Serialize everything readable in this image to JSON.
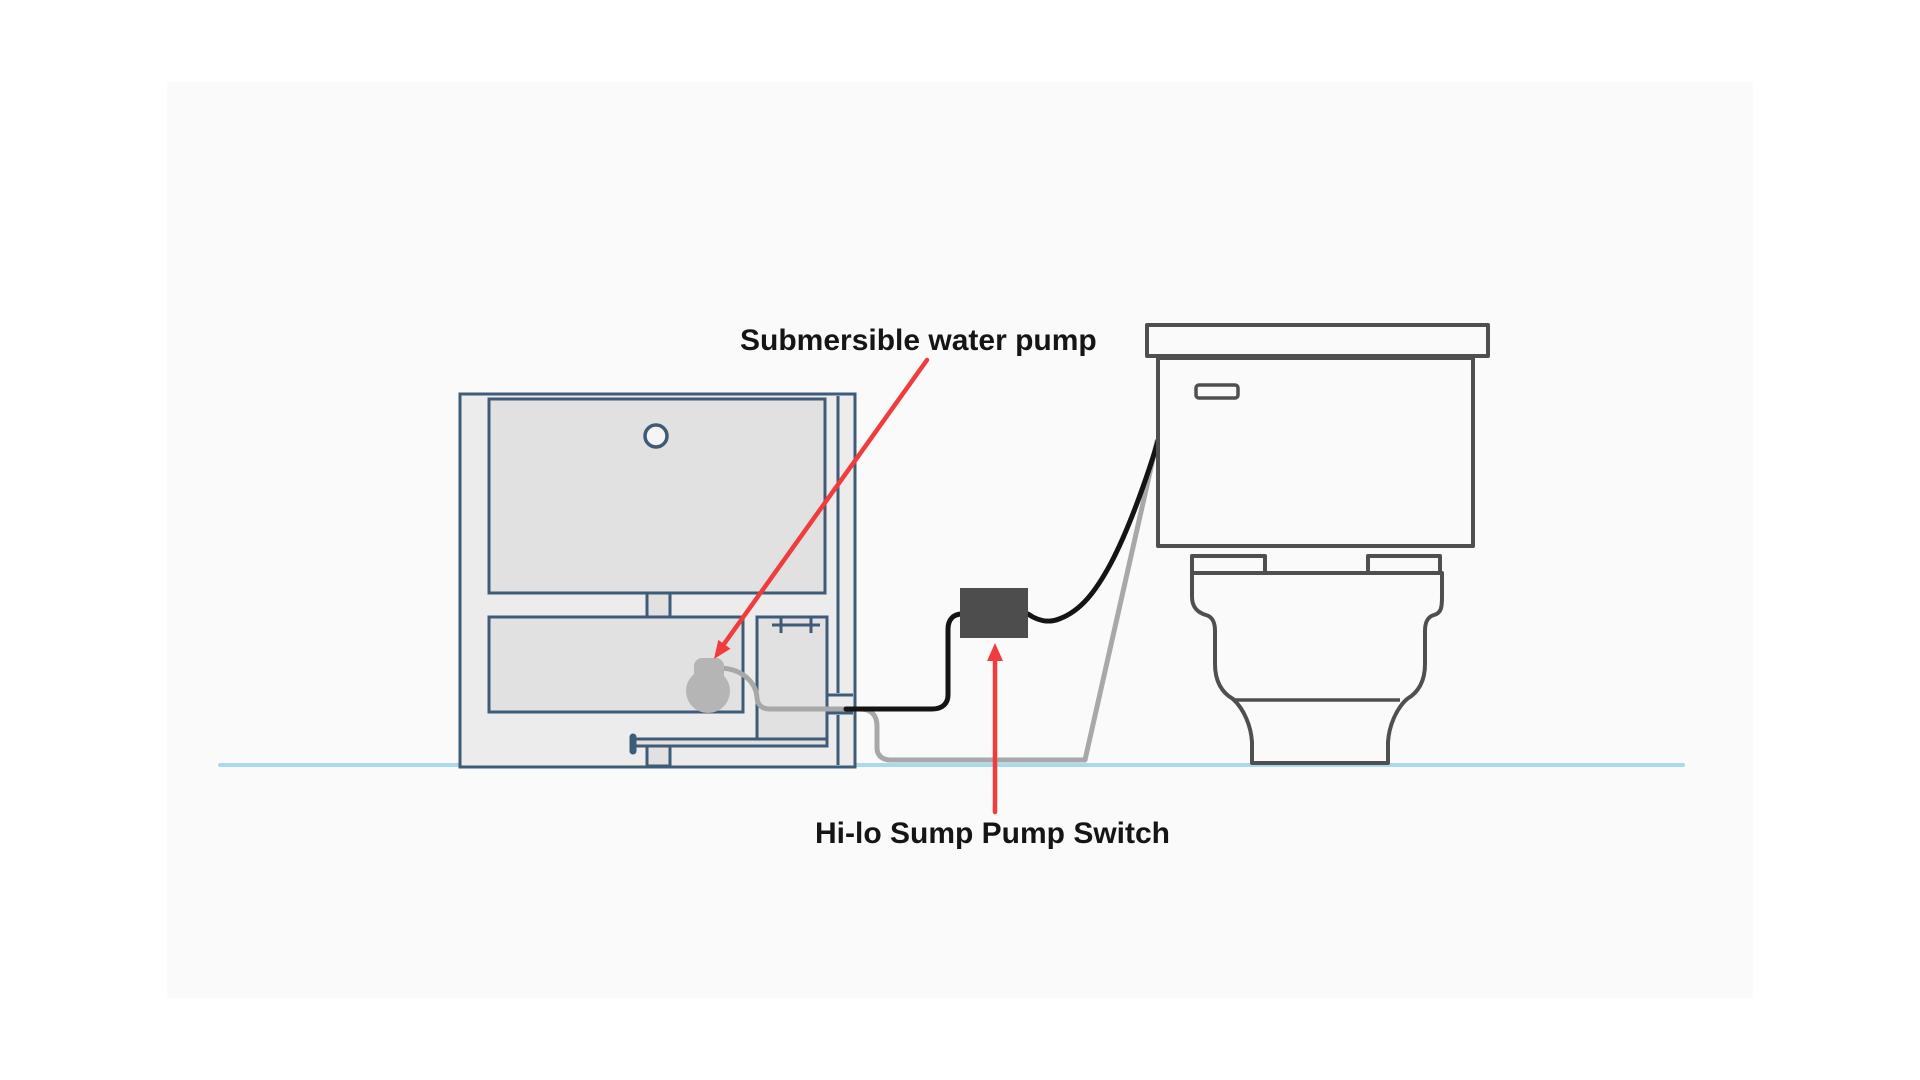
{
  "labels": {
    "pump_label": "Submersible water pump",
    "switch_label": "Hi-lo Sump Pump Switch"
  },
  "components": {
    "tank": "sump-tank",
    "pump": "submersible-water-pump",
    "switch": "hi-lo-sump-pump-switch",
    "toilet": "toilet",
    "floor": "water-line",
    "hose": "water-hose",
    "cable": "pump-power-cable"
  },
  "colors": {
    "page_bg": "#ffffff",
    "panel_bg": "#fafafa",
    "tank_stroke": "#3e5c78",
    "tank_fill_outer": "#ececec",
    "tank_fill_inner": "#e1e1e1",
    "toilet_stroke": "#4f4f4f",
    "pump_fill": "#b5b5b5",
    "switch_fill": "#4d4d4d",
    "cable_gray": "#a8a8a8",
    "cable_black": "#141414",
    "floor_blue": "#a9d9ec",
    "accent_red": "#f03c3c",
    "label_color": "#151515"
  }
}
